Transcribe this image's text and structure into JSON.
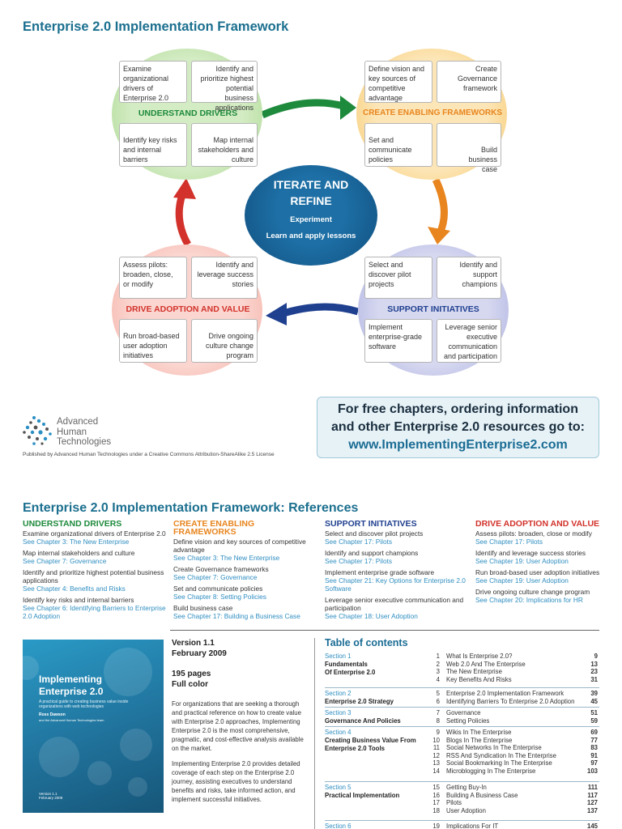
{
  "title": "Enterprise 2.0 Implementation Framework",
  "diagram": {
    "understand": {
      "label": "UNDERSTAND DRIVERS",
      "tl": "Examine organizational drivers of Enterprise 2.0",
      "tr": "Identify and prioritize highest potential business applications",
      "bl": "Identify key risks and internal barriers",
      "br": "Map internal stakeholders and culture"
    },
    "create": {
      "label": "CREATE ENABLING FRAMEWORKS",
      "tl": "Define vision and key sources of competitive advantage",
      "tr": "Create Governance framework",
      "bl": "Set and communicate policies",
      "br": "Build business case"
    },
    "support": {
      "label": "SUPPORT INITIATIVES",
      "tl": "Select and discover pilot projects",
      "tr": "Identify and support champions",
      "bl": "Implement enterprise-grade software",
      "br": "Leverage senior executive communication and participation"
    },
    "drive": {
      "label": "DRIVE ADOPTION AND VALUE",
      "tl": "Assess pilots: broaden, close, or modify",
      "tr": "Identify and leverage success stories",
      "bl": "Run broad-based user adoption initiatives",
      "br": "Drive ongoing culture change program"
    },
    "center": {
      "title_1": "ITERATE AND",
      "title_2": "REFINE",
      "line_1": "Experiment",
      "line_2": "Learn and apply lessons"
    },
    "colors": {
      "green": "#1e8a3c",
      "orange": "#e8851e",
      "blue": "#1f3f8f",
      "red": "#d2322b",
      "teal": "#1b6f8f"
    }
  },
  "logo": {
    "line_1": "Advanced",
    "line_2": "Human",
    "line_3": "Technologies"
  },
  "published": "Published by Advanced Human Technologies under a Creative Commons Attribution-ShareAlike 2.5 License",
  "promo": {
    "line_1": "For free chapters, ordering information",
    "line_2": "and other Enterprise 2.0 resources go to:",
    "url": "www.ImplementingEnterprise2.com"
  },
  "references": {
    "title": "Enterprise 2.0 Implementation Framework: References",
    "columns": [
      {
        "heading": "UNDERSTAND DRIVERS",
        "items": [
          {
            "text": "Examine organizational drivers of Enterprise 2.0",
            "link": "See Chapter 3: The New Enterprise"
          },
          {
            "text": "Map internal stakeholders and culture",
            "link": "See Chapter 7: Governance"
          },
          {
            "text": "Identify and prioritize highest potential business applications",
            "link": "See Chapter 4: Benefits and Risks"
          },
          {
            "text": "Identify key risks and internal barriers",
            "link": "See Chapter 6: Identifying Barriers to Enterprise 2.0 Adoption"
          }
        ]
      },
      {
        "heading": "CREATE ENABLING FRAMEWORKS",
        "items": [
          {
            "text": "Define vision and key sources of competitive advantage",
            "link": "See Chapter 3: The New Enterprise"
          },
          {
            "text": "Create Governance frameworks",
            "link": "See Chapter 7: Governance"
          },
          {
            "text": "Set and communicate policies",
            "link": "See Chapter 8: Setting Policies"
          },
          {
            "text": "Build business case",
            "link": "See Chapter 17: Building a Business Case"
          }
        ]
      },
      {
        "heading": "SUPPORT INITIATIVES",
        "items": [
          {
            "text": "Select and discover pilot projects",
            "link": "See Chapter 17: Pilots"
          },
          {
            "text": "Identify and support champions",
            "link": "See Chapter 17: Pilots"
          },
          {
            "text": "Implement enterprise grade software",
            "link": "See Chapter 21: Key Options for Enterprise 2.0 Software"
          },
          {
            "text": "Leverage senior executive communication and participation",
            "link": "See Chapter 18: User Adoption"
          }
        ]
      },
      {
        "heading": "DRIVE ADOPTION AND VALUE",
        "items": [
          {
            "text": "Assess pilots: broaden, close or modify",
            "link": "See Chapter 17: Pilots"
          },
          {
            "text": "Identify and leverage success stories",
            "link": "See Chapter 19: User Adoption"
          },
          {
            "text": "Run broad-based user adoption initiatives",
            "link": "See Chapter 19: User Adoption"
          },
          {
            "text": "Drive ongoing culture change program",
            "link": "See Chapter 20: Implications for HR"
          }
        ]
      }
    ]
  },
  "book": {
    "title_1": "Implementing",
    "title_2": "Enterprise 2.0",
    "subtitle": "A practical guide to creating business value inside organizations with web technologies",
    "author": "Ross Dawson",
    "author_suffix": "and the Advanced Human Technologies team",
    "version_line_1": "Version 1.1",
    "version_line_2": "February 2009"
  },
  "info": {
    "version": "Version 1.1",
    "date": "February 2009",
    "pages": "195 pages",
    "color": "Full color",
    "para_1": "For organizations that are seeking a thorough and practical reference on how to create value with Enterprise 2.0 approaches, Implementing Enterprise 2.0 is the most comprehensive, pragmatic, and cost-effective analysis available on the market.",
    "para_2": "Implementing Enterprise 2.0 provides detailed coverage of each step on the Enterprise 2.0 journey, assisting executives to understand benefits and risks, take informed action, and implement successful initiatives."
  },
  "toc": {
    "title": "Table of contents",
    "sections": [
      {
        "label": "Section 1",
        "name_1": "Fundamentals",
        "name_2": "Of Enterprise 2.0",
        "rows": [
          {
            "n": "1",
            "t": "What Is Enterprise 2.0?",
            "p": "9"
          },
          {
            "n": "2",
            "t": "Web 2.0 And The Enterprise",
            "p": "13"
          },
          {
            "n": "3",
            "t": "The New Enterprise",
            "p": "23"
          },
          {
            "n": "4",
            "t": "Key Benefits And Risks",
            "p": "31"
          }
        ]
      },
      {
        "label": "Section 2",
        "name_1": "Enterprise 2.0 Strategy",
        "name_2": "",
        "rows": [
          {
            "n": "5",
            "t": "Enterprise 2.0 Implementation Framework",
            "p": "39"
          },
          {
            "n": "6",
            "t": "Identifying Barriers To Enterprise 2.0 Adoption",
            "p": "45"
          }
        ]
      },
      {
        "label": "Section 3",
        "name_1": "Governance And Policies",
        "name_2": "",
        "rows": [
          {
            "n": "7",
            "t": "Governance",
            "p": "51"
          },
          {
            "n": "8",
            "t": "Setting Policies",
            "p": "59"
          }
        ]
      },
      {
        "label": "Section 4",
        "name_1": "Creating Business Value From",
        "name_2": "Enterprise 2.0 Tools",
        "rows": [
          {
            "n": "9",
            "t": "Wikis In The Enterprise",
            "p": "69"
          },
          {
            "n": "10",
            "t": "Blogs In The Enterprise",
            "p": "77"
          },
          {
            "n": "11",
            "t": "Social Networks In The Enterprise",
            "p": "83"
          },
          {
            "n": "12",
            "t": "RSS And Syndication In The Enterprise",
            "p": "91"
          },
          {
            "n": "13",
            "t": "Social Bookmarking In The Enterprise",
            "p": "97"
          },
          {
            "n": "14",
            "t": "Microblogging In The Enterprise",
            "p": "103"
          }
        ]
      },
      {
        "label": "Section 5",
        "name_1": "Practical Implementation",
        "name_2": "",
        "rows": [
          {
            "n": "15",
            "t": "Getting Buy-In",
            "p": "111"
          },
          {
            "n": "16",
            "t": "Building A Business Case",
            "p": "117"
          },
          {
            "n": "17",
            "t": "Pilots",
            "p": "127"
          },
          {
            "n": "18",
            "t": "User Adoption",
            "p": "137"
          }
        ]
      },
      {
        "label": "Section 6",
        "name_1": "",
        "name_2": "",
        "rows": [
          {
            "n": "19",
            "t": "Implications For IT",
            "p": "145"
          }
        ]
      }
    ]
  }
}
